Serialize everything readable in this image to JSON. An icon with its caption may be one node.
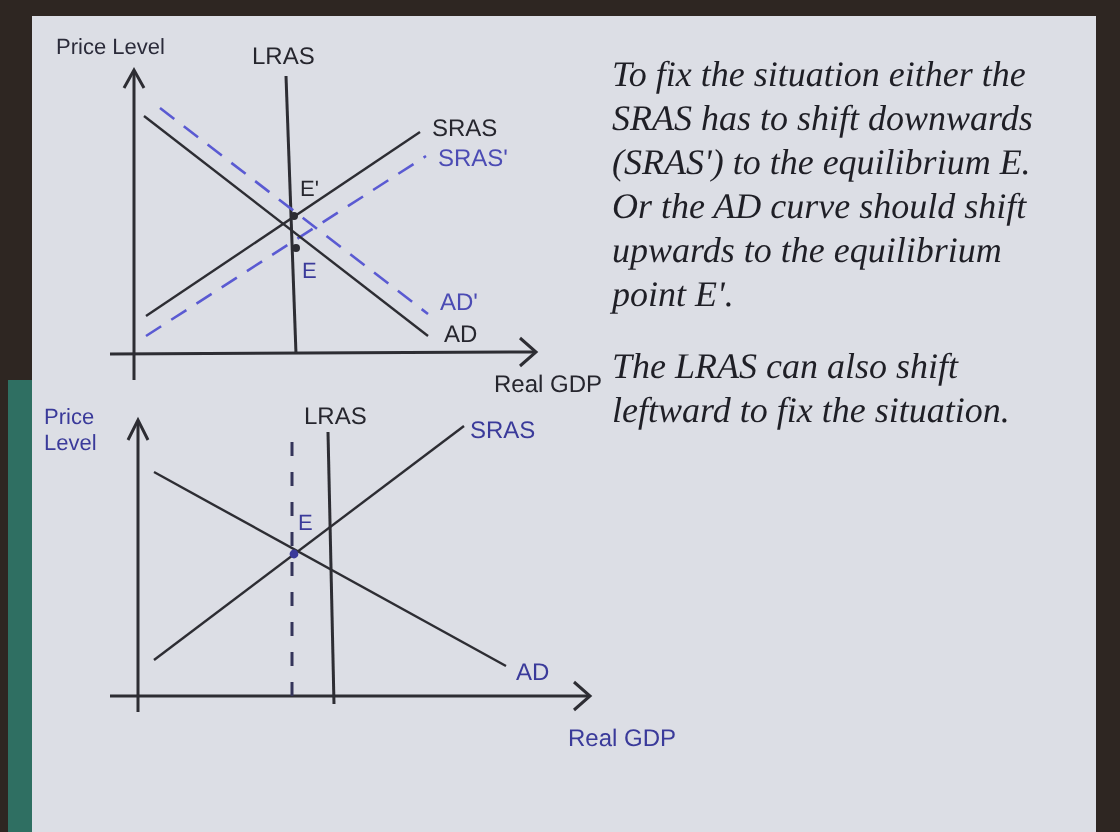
{
  "diagram": {
    "labels": [
      "Price Level",
      "LRAS",
      "SRAS",
      "SRAS'",
      "E'",
      "E",
      "AD'",
      "AD",
      "Real GDP",
      "To fix the situation either the SRAS has to shift downwards (SRAS') to the equilibrium E.",
      "Or the AD curve should shift upwards to the equilibrium point E'.",
      "The LRAS can also shift leftward to fix the situation.",
      "Price Level",
      "LRAS",
      "SRAS",
      "E",
      "AD",
      "Real GDP"
    ]
  }
}
